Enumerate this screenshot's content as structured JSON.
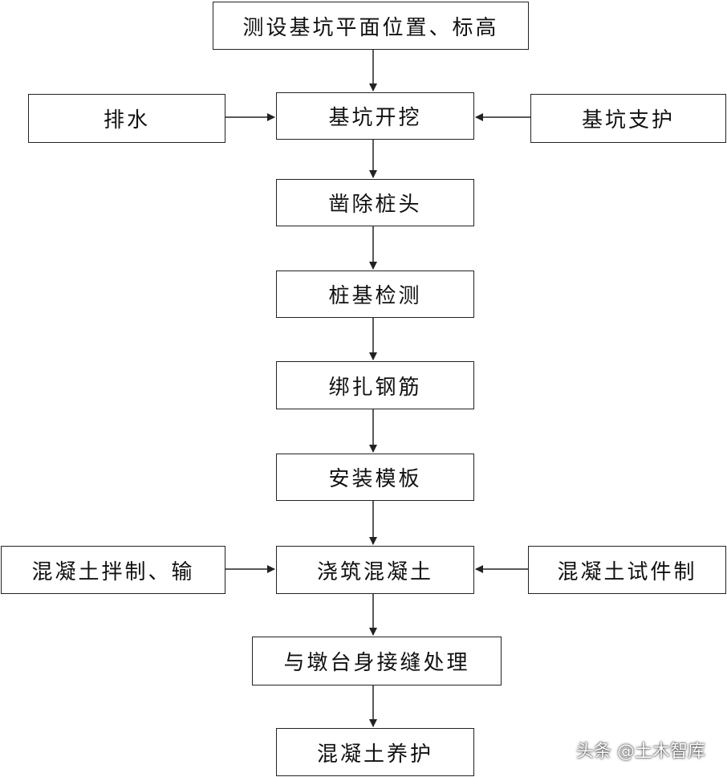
{
  "nodes": {
    "survey": "测设基坑平面位置、标高",
    "excavation": "基坑开挖",
    "drainage": "排水",
    "support": "基坑支护",
    "pile_head": "凿除桩头",
    "pile_test": "桩基检测",
    "rebar": "绑扎钢筋",
    "formwork": "安装模板",
    "concrete_mix": "混凝土拌制、输",
    "pour": "浇筑混凝土",
    "test_specimen": "混凝土试件制",
    "joint": "与墩台身接缝处理",
    "curing": "混凝土养护"
  },
  "watermark": "头条 @土木智库",
  "colors": {
    "line": "#222222",
    "text": "#111111",
    "background": "#ffffff"
  }
}
